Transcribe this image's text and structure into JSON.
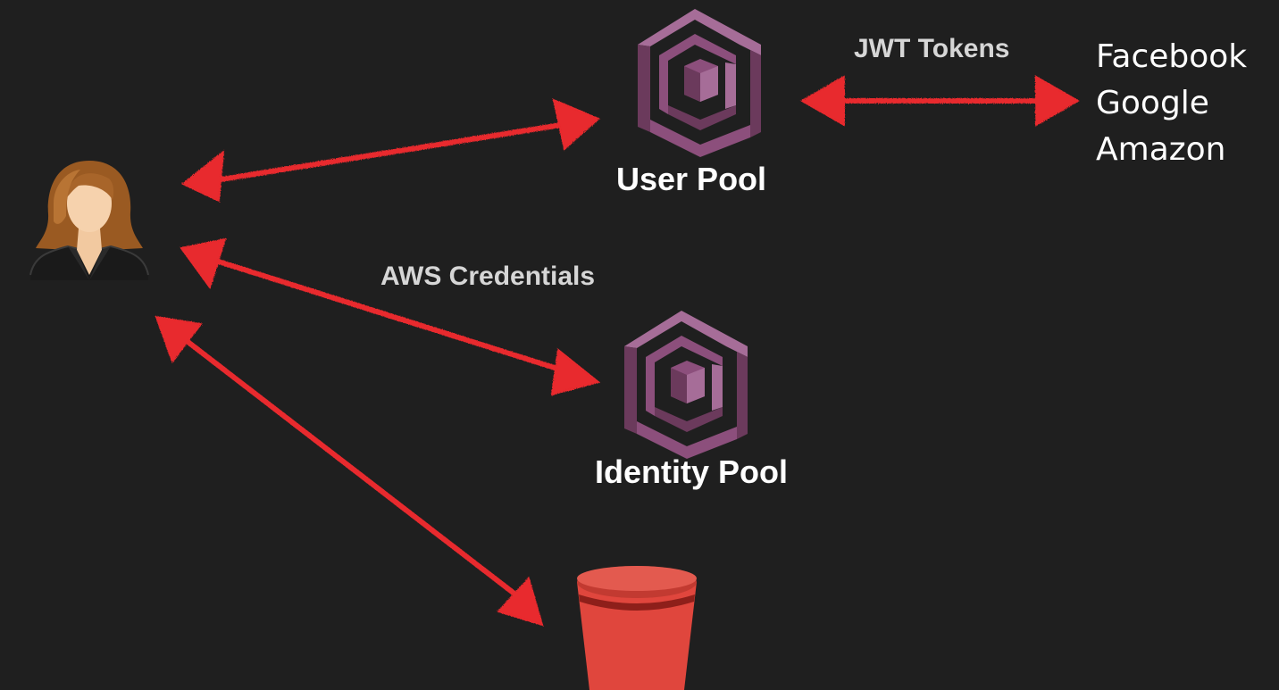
{
  "nodes": {
    "user_pool": {
      "label": "User Pool"
    },
    "identity_pool": {
      "label": "Identity Pool"
    }
  },
  "edges": {
    "jwt_tokens": {
      "label": "JWT Tokens"
    },
    "aws_credentials": {
      "label": "AWS Credentials"
    }
  },
  "providers": [
    "Facebook",
    "Google",
    "Amazon"
  ],
  "colors": {
    "background": "#1f1f1f",
    "arrow": "#e8292d",
    "cognito_dark": "#6b3a5c",
    "cognito_mid": "#8c4f7c",
    "cognito_light": "#a66d98",
    "bucket": "#e0463d",
    "bucket_dark": "#8e1f1a"
  },
  "icons": {
    "user": "user-avatar-icon",
    "cognito": "amazon-cognito-icon",
    "bucket": "s3-bucket-icon"
  }
}
